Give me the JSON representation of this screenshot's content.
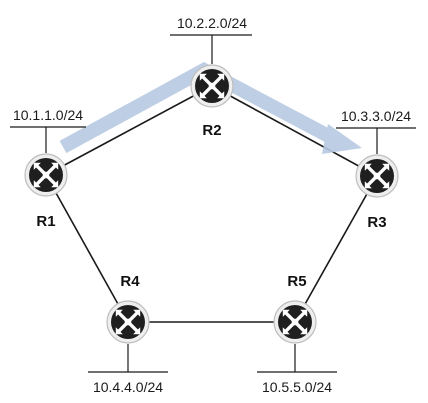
{
  "colors": {
    "path_arrow": "#b7c9e2",
    "router_body": "#222222",
    "router_rim": "#e9e9e9",
    "line": "#1a1a1a"
  },
  "routers": {
    "r1": {
      "name": "R1",
      "subnet": "10.1.1.0/24",
      "icon": "router-icon"
    },
    "r2": {
      "name": "R2",
      "subnet": "10.2.2.0/24",
      "icon": "router-icon"
    },
    "r3": {
      "name": "R3",
      "subnet": "10.3.3.0/24",
      "icon": "router-icon"
    },
    "r4": {
      "name": "R4",
      "subnet": "10.4.4.0/24",
      "icon": "router-icon"
    },
    "r5": {
      "name": "R5",
      "subnet": "10.5.5.0/24",
      "icon": "router-icon"
    }
  },
  "links": [
    {
      "from": "R1",
      "to": "R2"
    },
    {
      "from": "R2",
      "to": "R3"
    },
    {
      "from": "R1",
      "to": "R4"
    },
    {
      "from": "R3",
      "to": "R5"
    },
    {
      "from": "R4",
      "to": "R5"
    }
  ],
  "highlighted_path": [
    "R1",
    "R2",
    "R3"
  ]
}
